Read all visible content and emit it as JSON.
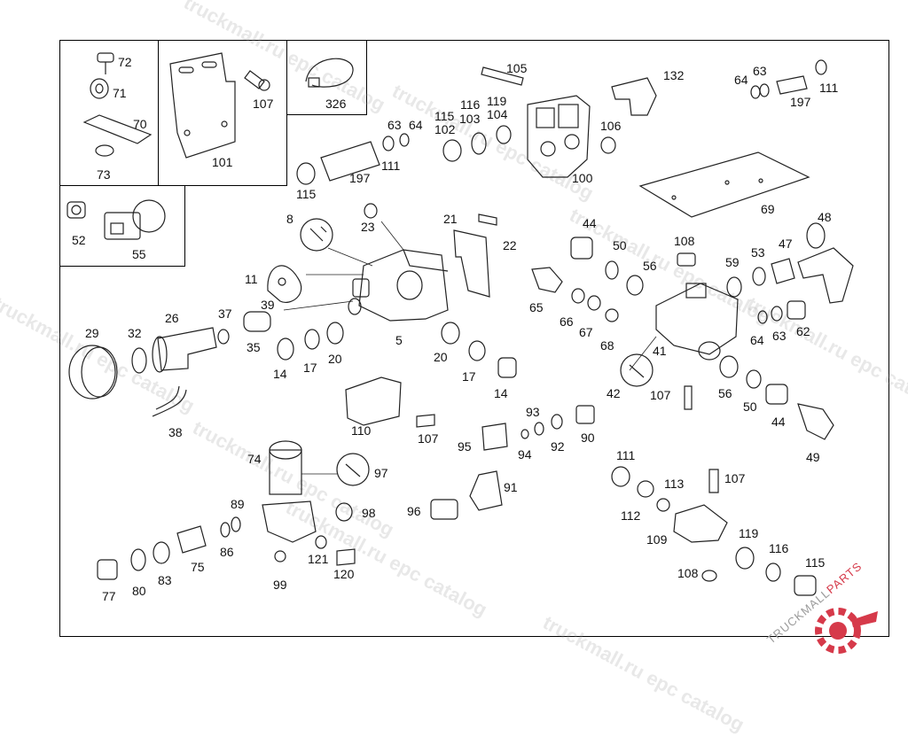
{
  "watermark": "truckmall.ru epc catalog",
  "brand": {
    "text_dark": "TRUCKMALL",
    "text_accent": "PARTS",
    "accent_color": "#d63a4a",
    "text_color": "#9c9c9c"
  },
  "callouts": {
    "c72": "72",
    "c71": "71",
    "c70": "70",
    "c73": "73",
    "c101": "101",
    "c107a": "107",
    "c326": "326",
    "c52": "52",
    "c55": "55",
    "c105": "105",
    "c132": "132",
    "c64a": "64",
    "c63a": "63",
    "c197a": "197",
    "c111a": "111",
    "c63b": "63",
    "c64b": "64",
    "c115a": "115",
    "c103": "103",
    "c116a": "116",
    "c119a": "119",
    "c104": "104",
    "c102": "102",
    "c106": "106",
    "c100": "100",
    "c111b": "111",
    "c197b": "197",
    "c115b": "115",
    "c69": "69",
    "c8": "8",
    "c23": "23",
    "c21": "21",
    "c22": "22",
    "c44a": "44",
    "c108a": "108",
    "c48": "48",
    "c50a": "50",
    "c56a": "56",
    "c59": "59",
    "c53": "53",
    "c47": "47",
    "c11": "11",
    "c65": "65",
    "c66": "66",
    "c67": "67",
    "c68": "68",
    "c39": "39",
    "c37": "37",
    "c26": "26",
    "c29": "29",
    "c32": "32",
    "c35": "35",
    "c5": "5",
    "c14a": "14",
    "c17a": "17",
    "c20a": "20",
    "c20b": "20",
    "c17b": "17",
    "c14b": "14",
    "c64c": "64",
    "c63c": "63",
    "c62": "62",
    "c41": "41",
    "c42": "42",
    "c107b": "107",
    "c56b": "56",
    "c50b": "50",
    "c44b": "44",
    "c49": "49",
    "c38": "38",
    "c110": "110",
    "c107c": "107",
    "c93": "93",
    "c94": "94",
    "c92": "92",
    "c90": "90",
    "c95": "95",
    "c91": "91",
    "c96": "96",
    "c74": "74",
    "c97": "97",
    "c89": "89",
    "c98": "98",
    "c86": "86",
    "c75": "75",
    "c83": "83",
    "c80": "80",
    "c77": "77",
    "c121": "121",
    "c120": "120",
    "c99": "99",
    "c111c": "111",
    "c107d": "107",
    "c113": "113",
    "c112": "112",
    "c109": "109",
    "c119b": "119",
    "c116b": "116",
    "c115c": "115",
    "c108b": "108"
  }
}
